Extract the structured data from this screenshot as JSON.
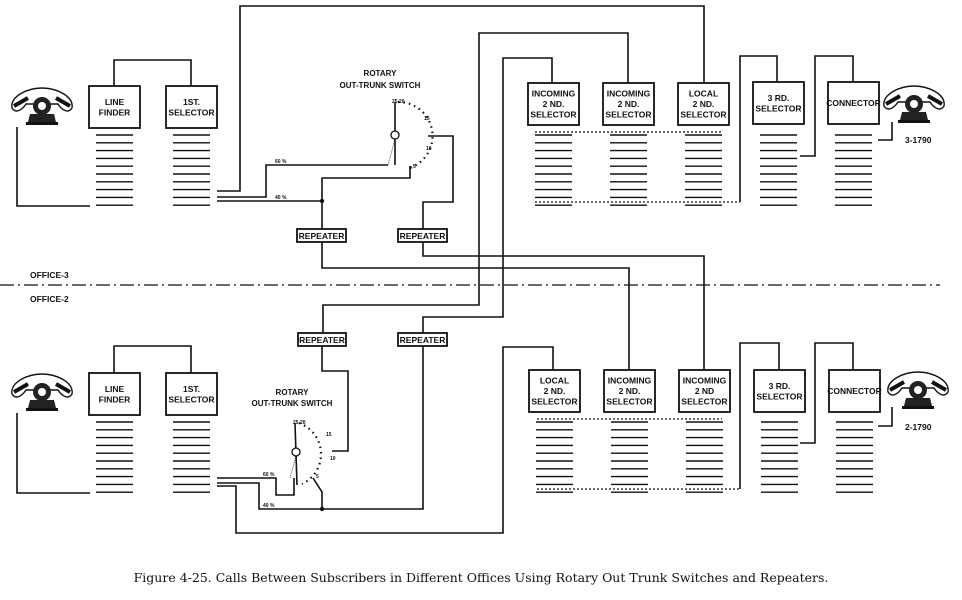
{
  "figure": {
    "caption": "Figure 4-25.  Calls Between Subscribers in Different Offices Using Rotary Out Trunk Switches and Repeaters.",
    "office_labels": {
      "upper": "OFFICE-3",
      "lower": "OFFICE-2"
    },
    "switch_label": [
      "ROTARY",
      "OUT-TRUNK SWITCH"
    ],
    "trunk_percent": {
      "a": "60 %",
      "b": "40 %"
    },
    "repeater_label": "REPEATER",
    "upper_office": {
      "subscriber_number": "3-1790",
      "boxes": [
        {
          "lines": [
            "LINE",
            "FINDER"
          ]
        },
        {
          "lines": [
            "1ST.",
            "SELECTOR"
          ]
        },
        {
          "lines": [
            "INCOMING",
            "2 ND.",
            "SELECTOR"
          ]
        },
        {
          "lines": [
            "INCOMING",
            "2 ND.",
            "SELECTOR"
          ]
        },
        {
          "lines": [
            "LOCAL",
            "2 ND.",
            "SELECTOR"
          ]
        },
        {
          "lines": [
            "3 RD.",
            "SELECTOR"
          ]
        },
        {
          "lines": [
            "CONNECTOR"
          ]
        }
      ]
    },
    "lower_office": {
      "subscriber_number": "2-1790",
      "boxes": [
        {
          "lines": [
            "LINE",
            "FINDER"
          ]
        },
        {
          "lines": [
            "1ST.",
            "SELECTOR"
          ]
        },
        {
          "lines": [
            "LOCAL",
            "2 ND.",
            "SELECTOR"
          ]
        },
        {
          "lines": [
            "INCOMING",
            "2 ND.",
            "SELECTOR"
          ]
        },
        {
          "lines": [
            "INCOMING",
            "2 ND",
            "SELECTOR"
          ]
        },
        {
          "lines": [
            "3 RD.",
            "SELECTOR"
          ]
        },
        {
          "lines": [
            "CONNECTOR"
          ]
        }
      ]
    }
  }
}
